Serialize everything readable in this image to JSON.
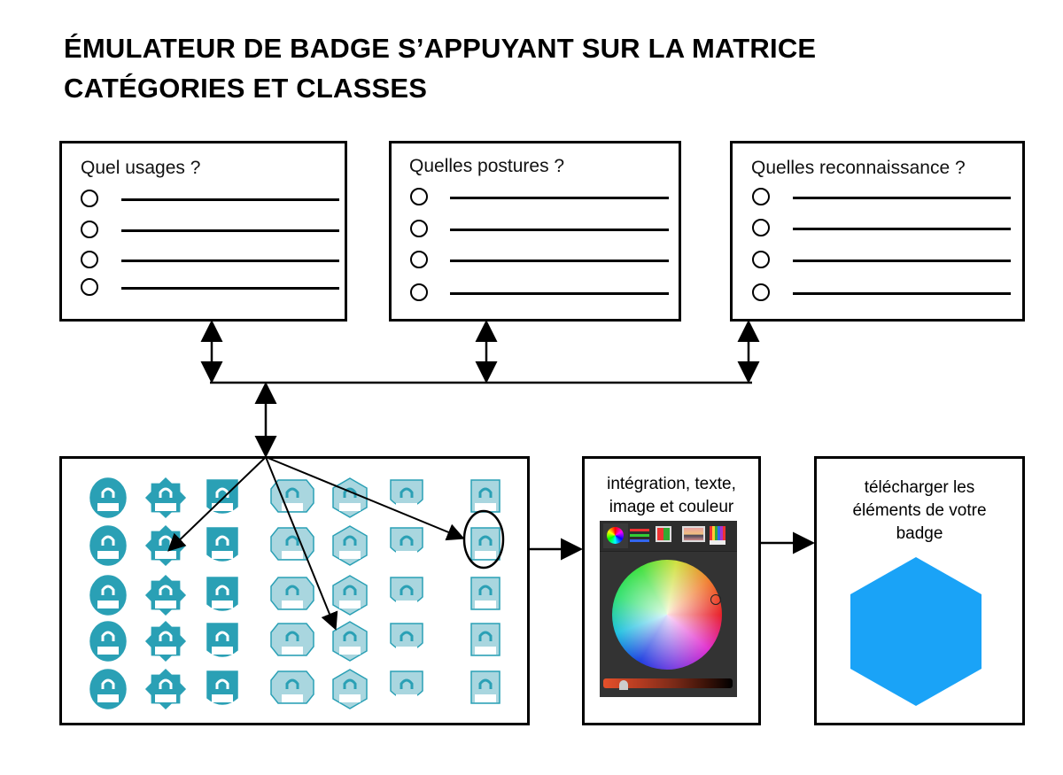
{
  "title": {
    "line1": "ÉMULATEUR DE BADGE S’APPUYANT SUR LA MATRICE",
    "line2": "CATÉGORIES ET CLASSES"
  },
  "questions": [
    {
      "label": "Quel usages ?",
      "options": 4
    },
    {
      "label": "Quelles postures ?",
      "options": 4
    },
    {
      "label": "Quelles reconnaissance ?",
      "options": 4
    }
  ],
  "badge_grid": {
    "columns": 7,
    "rows": 5,
    "dark_color": "#2aa0b5",
    "light_color": "#a9d6df"
  },
  "editor": {
    "caption_line1": "intégration, texte,",
    "caption_line2": "image et couleur",
    "tabs": [
      "color-wheel-icon",
      "sliders-icon",
      "palettes-icon",
      "image-palette-icon",
      "pencils-icon"
    ]
  },
  "download": {
    "caption_line1": "télécharger les",
    "caption_line2": "éléments de votre",
    "caption_line3": "badge",
    "badge_color": "#1aa3f7"
  }
}
